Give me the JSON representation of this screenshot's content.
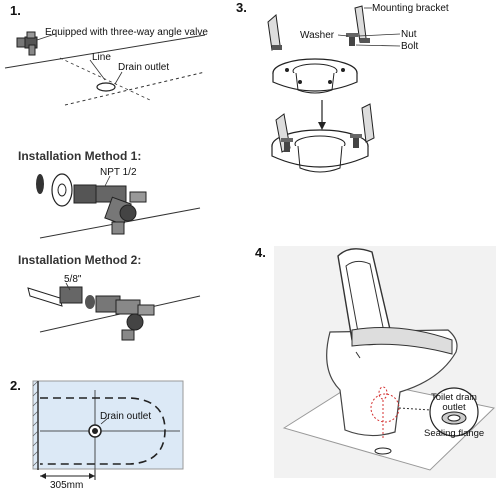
{
  "steps": {
    "s1": "1.",
    "s2": "2.",
    "s3": "3.",
    "s4": "4."
  },
  "step1": {
    "valve_label": "Equipped with three-way angle valve",
    "line_label": "Line",
    "drain_label": "Drain outlet"
  },
  "method1": {
    "title": "Installation Method 1:",
    "thread_label": "NPT 1/2"
  },
  "method2": {
    "title": "Installation Method 2:",
    "thread_label": "5/8\""
  },
  "step2": {
    "drain_label": "Drain outlet",
    "distance_label": "305mm"
  },
  "step3": {
    "bracket_label": "Mounting bracket",
    "washer_label": "Washer",
    "nut_label": "Nut",
    "bolt_label": "Bolt"
  },
  "step4": {
    "toilet_drain_label": "Toilet drain outlet",
    "sealing_flange_label": "Sealing flange"
  },
  "colors": {
    "panel_blue": "#dce9f6",
    "step4_bg": "#f2f2f2",
    "red_dash": "#d43030"
  }
}
